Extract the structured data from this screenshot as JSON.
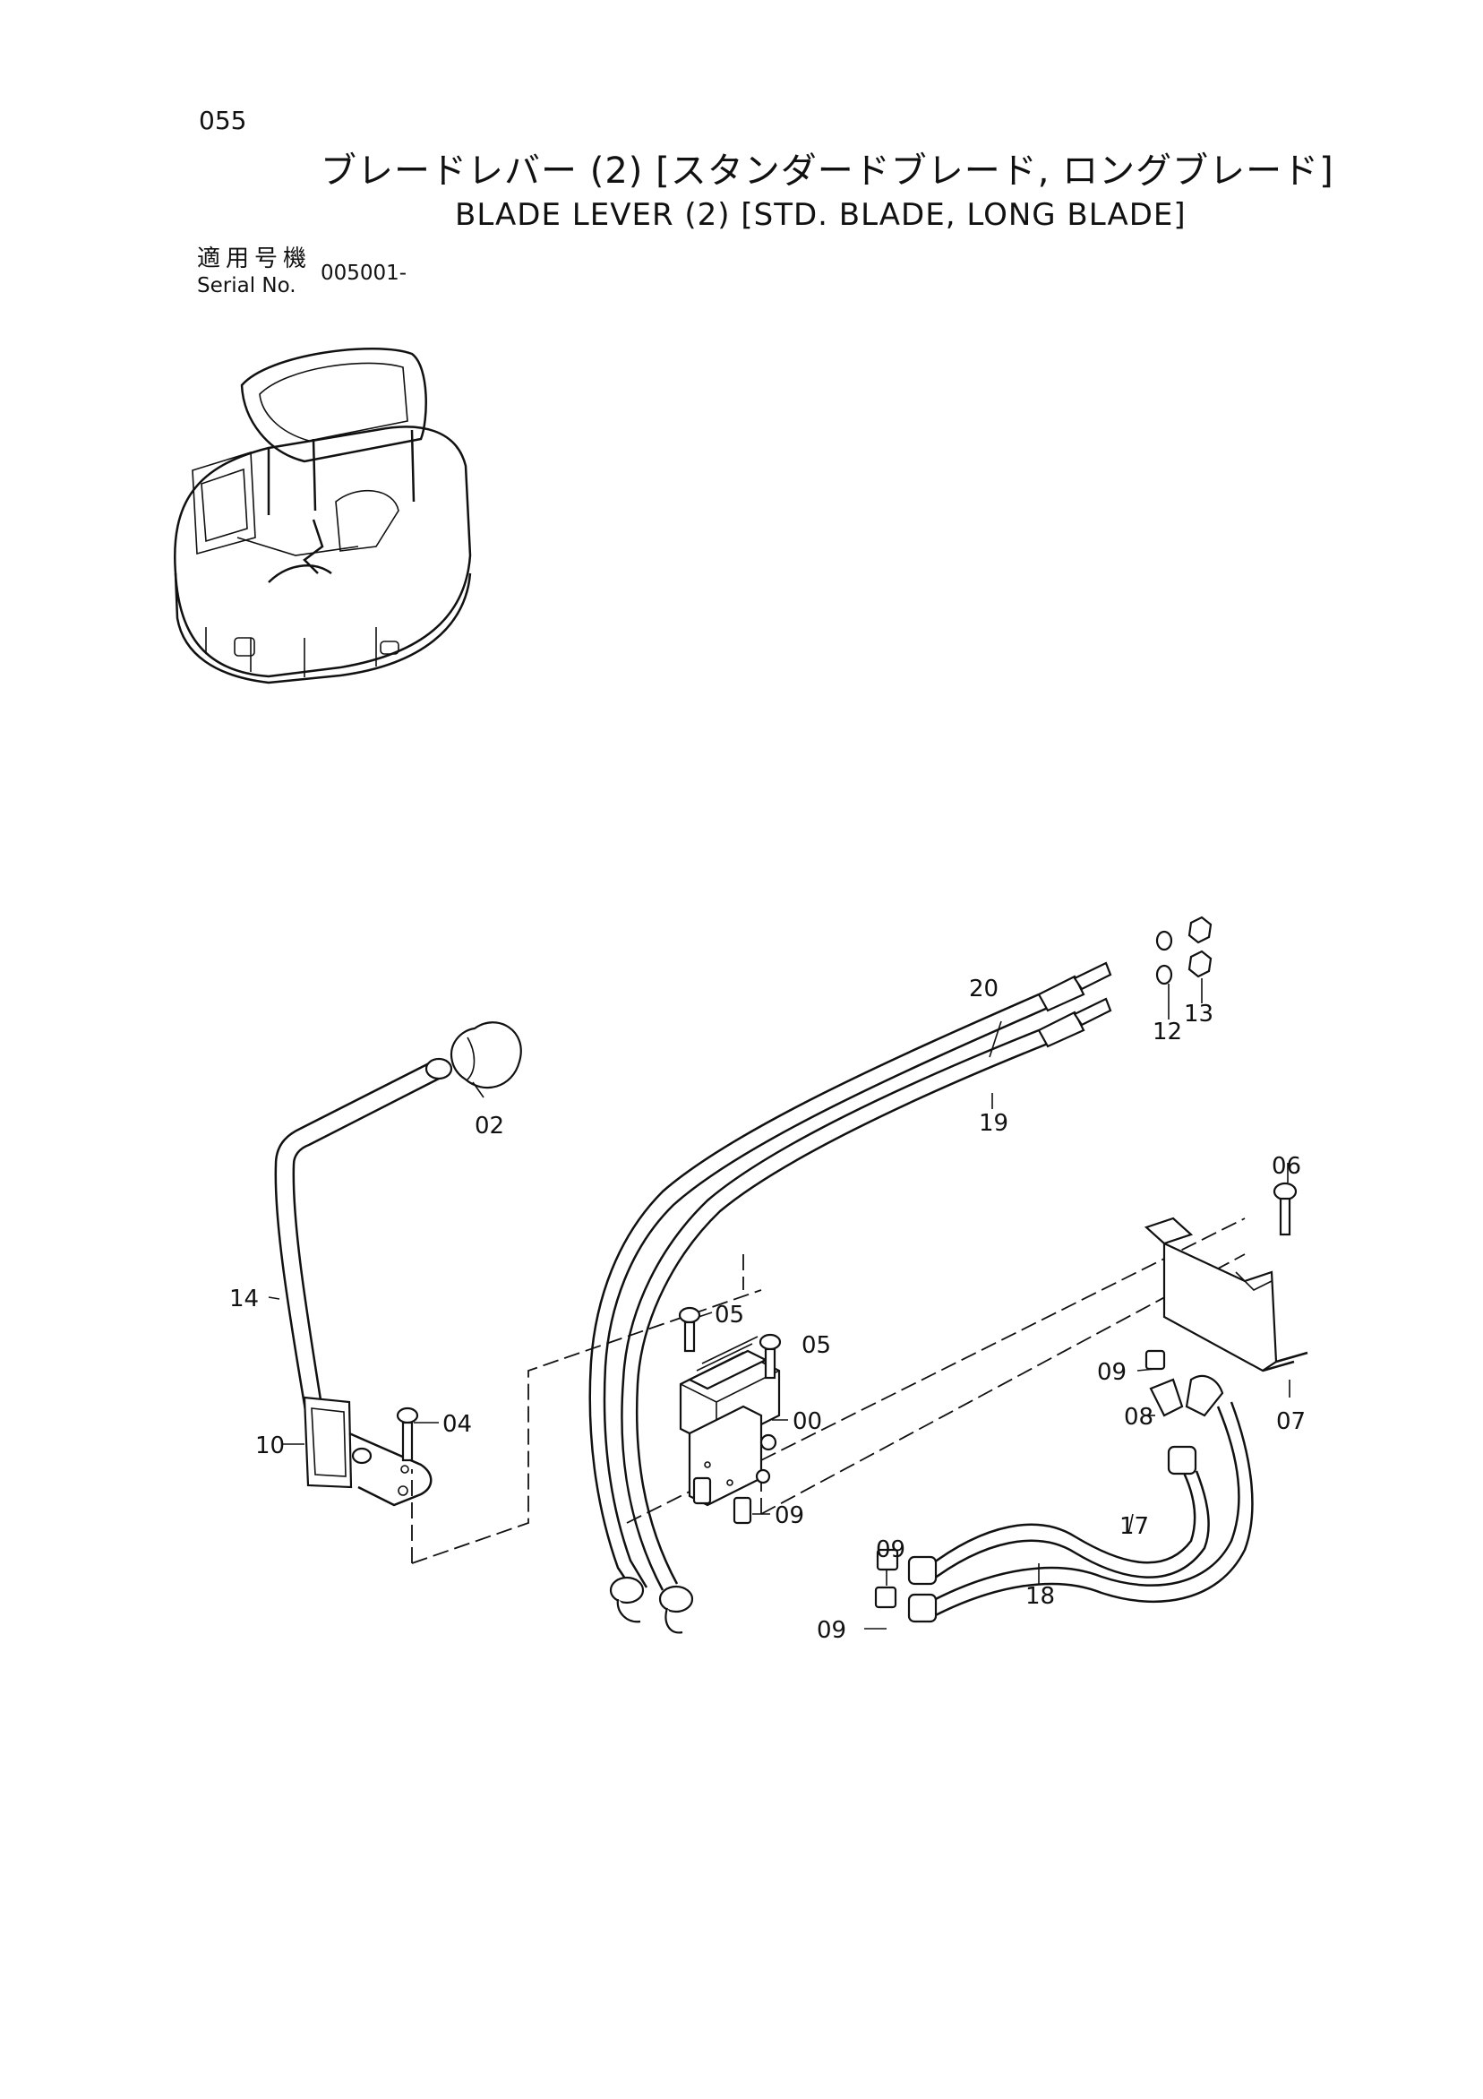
{
  "page_number": "055",
  "title_jp": "ブレードレバー (2) [スタンダードブレード, ロングブレード]",
  "title_en": "BLADE LEVER (2) [STD. BLADE, LONG BLADE]",
  "serial": {
    "label_jp": "適用号機",
    "label_en": "Serial No.",
    "value": "005001-"
  },
  "callouts": {
    "c00": "00",
    "c02": "02",
    "c04": "04",
    "c05a": "05",
    "c05b": "05",
    "c06": "06",
    "c07": "07",
    "c08": "08",
    "c09a": "09",
    "c09b": "09",
    "c09c": "09",
    "c09d": "09",
    "c10": "10",
    "c12": "12",
    "c13": "13",
    "c14": "14",
    "c17": "17",
    "c18": "18",
    "c19": "19",
    "c20": "20"
  }
}
